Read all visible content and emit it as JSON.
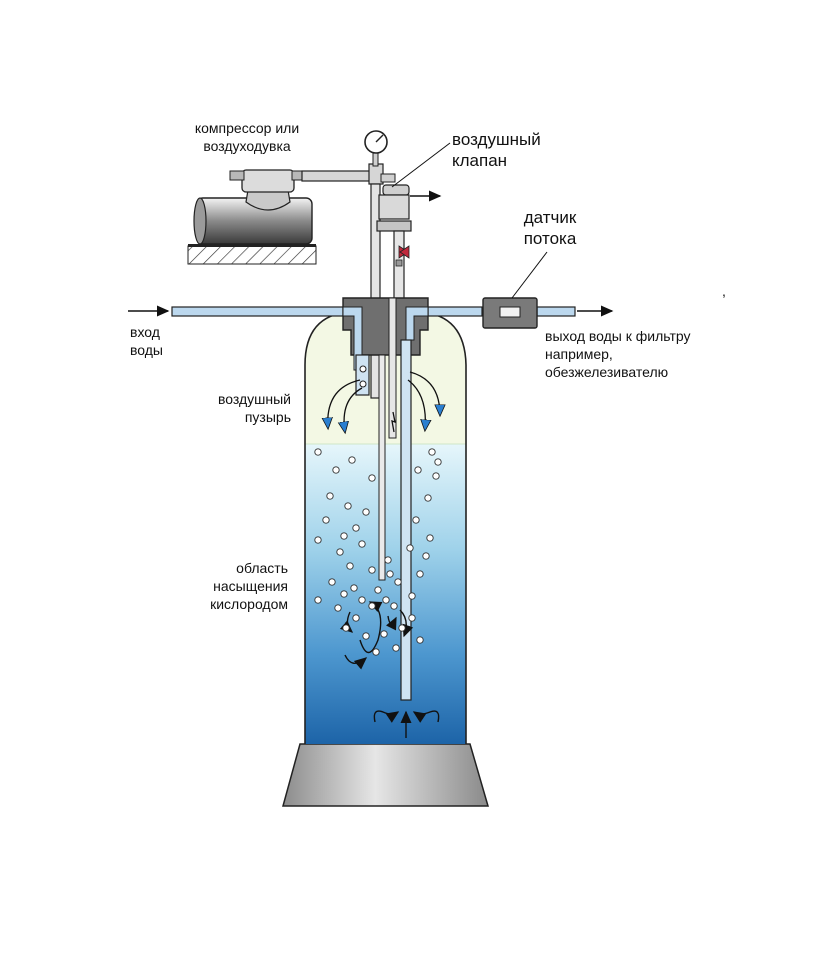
{
  "labels": {
    "compressor": [
      "компрессор или",
      "воздуходувка"
    ],
    "air_valve": [
      "воздушный",
      "клапан"
    ],
    "flow_sensor": [
      "датчик",
      "потока"
    ],
    "water_inlet": [
      "вход",
      "воды"
    ],
    "water_outlet": [
      "выход воды к фильтру",
      "например,",
      "обезжелезивателю"
    ],
    "air_bubble": [
      "воздушный",
      "пузырь"
    ],
    "oxygen_zone": [
      "область",
      "насыщения",
      "кислородом"
    ],
    "stray_mark": ","
  },
  "colors": {
    "water_top": "#dff2f8",
    "water_bottom": "#1f6fb0",
    "air_zone": "#f2f7df",
    "pipe_fill": "#bcd8ee",
    "pipe_stroke": "#1a1a1a",
    "fitting": "#6d6d6d",
    "arrow_blue": "#2a7fd0",
    "valve_red": "#c0283c",
    "base_gray": "#a6a6a6",
    "tank_outline": "#222222"
  }
}
